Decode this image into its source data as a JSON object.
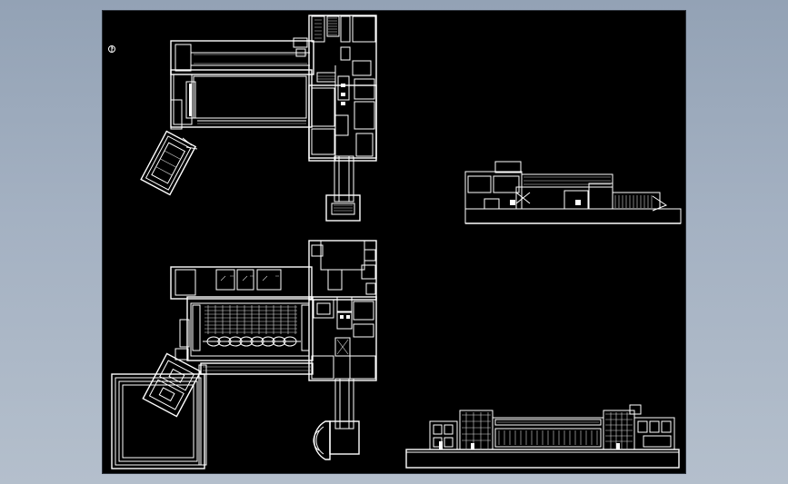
{
  "viewport": {
    "background": "#000000",
    "line_color": "#ffffff",
    "desktop_gradient": [
      "#93a2b5",
      "#b4bfcc"
    ]
  },
  "drawings": [
    {
      "id": "upper-floor-plan",
      "kind": "floor-plan"
    },
    {
      "id": "ground-floor-plan",
      "kind": "floor-plan"
    },
    {
      "id": "building-section",
      "kind": "section"
    },
    {
      "id": "building-elevation",
      "kind": "elevation"
    }
  ],
  "symbols": {
    "north_arrow": "north-arrow-icon"
  }
}
